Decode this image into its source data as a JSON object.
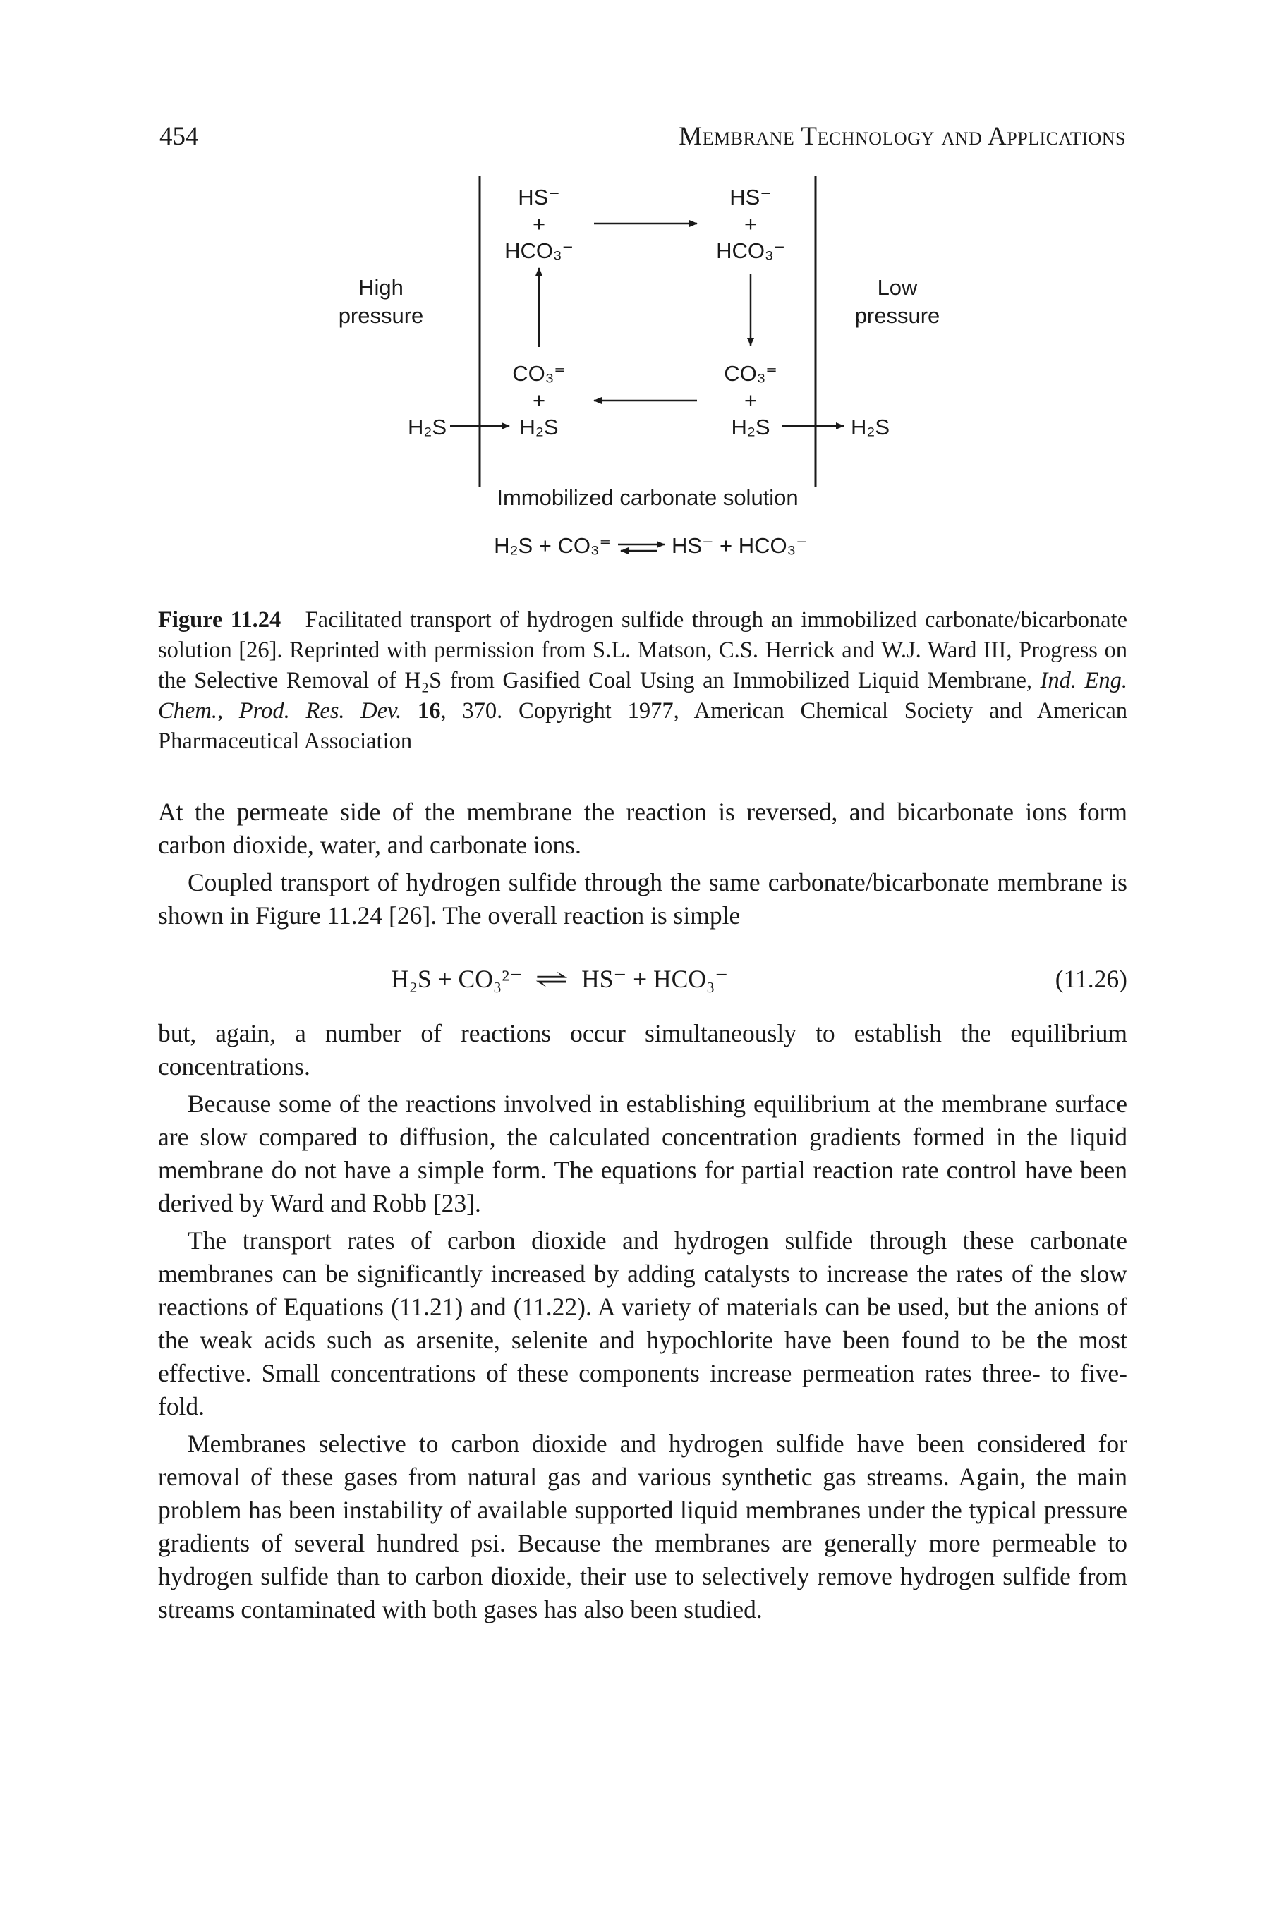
{
  "header": {
    "page_number": "454",
    "running_title": "Membrane Technology and Applications"
  },
  "figure": {
    "high_label_1": "High",
    "high_label_2": "pressure",
    "low_label_1": "Low",
    "low_label_2": "pressure",
    "tl_1": "HS⁻",
    "tl_2": "+",
    "tl_3": "HCO₃⁻",
    "tr_1": "HS⁻",
    "tr_2": "+",
    "tr_3": "HCO₃⁻",
    "bl_1": "CO₃⁼",
    "bl_2": "+",
    "bl_3": "H₂S",
    "br_1": "CO₃⁼",
    "br_2": "+",
    "br_3": "H₂S",
    "feed_in": "H₂S",
    "permeate_out": "H₂S",
    "solution_label": "Immobilized carbonate solution",
    "reaction_left": "H₂S + CO₃⁼",
    "reaction_right": "HS⁻ + HCO₃⁻"
  },
  "caption": {
    "label": "Figure 11.24",
    "text_1": "Facilitated transport of hydrogen sulfide through an immobilized carbonate/bicarbonate solution [26]. Reprinted with permission from S.L. Matson, C.S. Herrick and W.J. Ward III, Progress on the Selective Removal of H₂S from Gasified Coal Using an Immobilized Liquid Membrane, ",
    "journal": "Ind. Eng. Chem., Prod. Res. Dev.",
    "volume": "16",
    "text_2": ", 370. Copyright 1977, American Chemical Society and American Pharmaceutical Association"
  },
  "paragraphs": {
    "p1": "At the permeate side of the membrane the reaction is reversed, and bicarbonate ions form carbon dioxide, water, and carbonate ions.",
    "p2": "Coupled transport of hydrogen sulfide through the same carbonate/bicarbonate membrane is shown in Figure 11.24 [26]. The overall reaction is simple",
    "p3": "but, again, a number of reactions occur simultaneously to establish the equilibrium concentrations.",
    "p4": "Because some of the reactions involved in establishing equilibrium at the membrane surface are slow compared to diffusion, the calculated concentration gradients formed in the liquid membrane do not have a simple form. The equations for partial reaction rate control have been derived by Ward and Robb [23].",
    "p5": "The transport rates of carbon dioxide and hydrogen sulfide through these carbonate membranes can be significantly increased by adding catalysts to increase the rates of the slow reactions of Equations (11.21) and (11.22). A variety of materials can be used, but the anions of the weak acids such as arsenite, selenite and hypochlorite have been found to be the most effective. Small concentrations of these components increase permeation rates three- to five-fold.",
    "p6": "Membranes selective to carbon dioxide and hydrogen sulfide have been considered for removal of these gases from natural gas and various synthetic gas streams. Again, the main problem has been instability of available supported liquid membranes under the typical pressure gradients of several hundred psi. Because the membranes are generally more permeable to hydrogen sulfide than to carbon dioxide, their use to selectively remove hydrogen sulfide from streams contaminated with both gases has also been studied."
  },
  "equation": {
    "lhs": "H₂S + CO₃²⁻",
    "arrows": "⇌",
    "rhs": "HS⁻ + HCO₃⁻",
    "number": "(11.26)"
  }
}
